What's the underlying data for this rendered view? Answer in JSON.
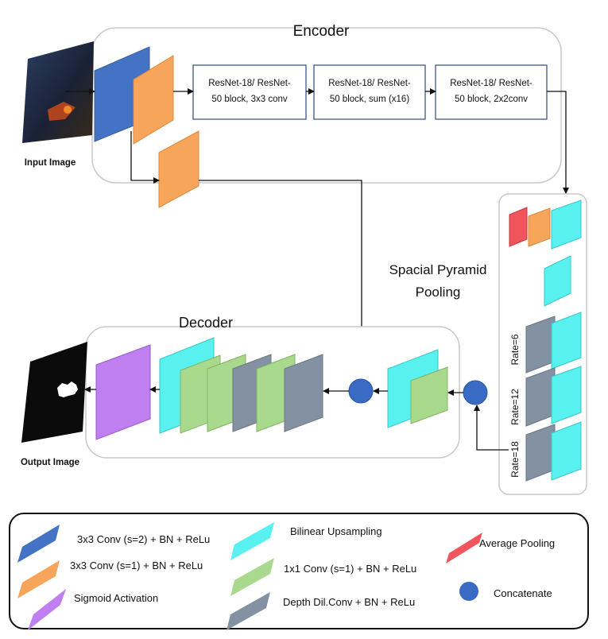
{
  "encoder": {
    "title": "Encoder",
    "blocks": [
      {
        "line1": "ResNet-18/ ResNet-",
        "line2": "50 block, 3x3 conv"
      },
      {
        "line1": "ResNet-18/ ResNet-",
        "line2": "50 block, sum (x16)"
      },
      {
        "line1": "ResNet-18/ ResNet-",
        "line2": "50 block, 2x2conv"
      }
    ]
  },
  "input_label": "Input Image",
  "output_label": "Output Image",
  "spp": {
    "title_line1": "Spacial Pyramid",
    "title_line2": "Pooling",
    "rates": [
      "Rate=6",
      "Rate=12",
      "Rate=18"
    ]
  },
  "decoder": {
    "title": "Decoder"
  },
  "legend": {
    "items": [
      {
        "label": "3x3 Conv (s=2) + BN + ReLu",
        "color": "#4472c4"
      },
      {
        "label": "3x3 Conv (s=1) + BN + ReLu",
        "color": "#f7a55a"
      },
      {
        "label": "Sigmoid Activation",
        "color": "#c07ff0"
      },
      {
        "label": "Bilinear Upsampling",
        "color": "#59f0f0"
      },
      {
        "label": "1x1 Conv (s=1) + BN + ReLu",
        "color": "#a9d98c"
      },
      {
        "label": "Depth Dil.Conv + BN + ReLu",
        "color": "#8391a3"
      },
      {
        "label": "Average Pooling",
        "color": "#f0545c"
      },
      {
        "label": "Concatenate",
        "color": "#3a6bc4"
      }
    ]
  }
}
